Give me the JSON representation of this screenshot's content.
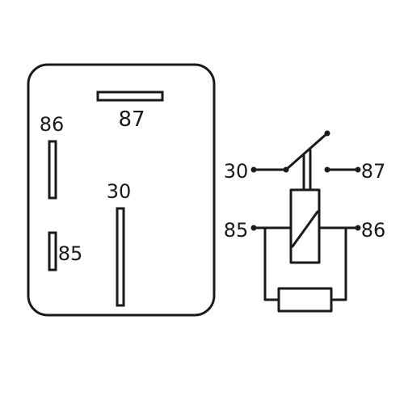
{
  "footprint": {
    "pins": {
      "pin_86": "86",
      "pin_87": "87",
      "pin_30": "30",
      "pin_85": "85"
    }
  },
  "schematic": {
    "terminals": {
      "t30": "30",
      "t87": "87",
      "t85": "85",
      "t86": "86"
    }
  }
}
